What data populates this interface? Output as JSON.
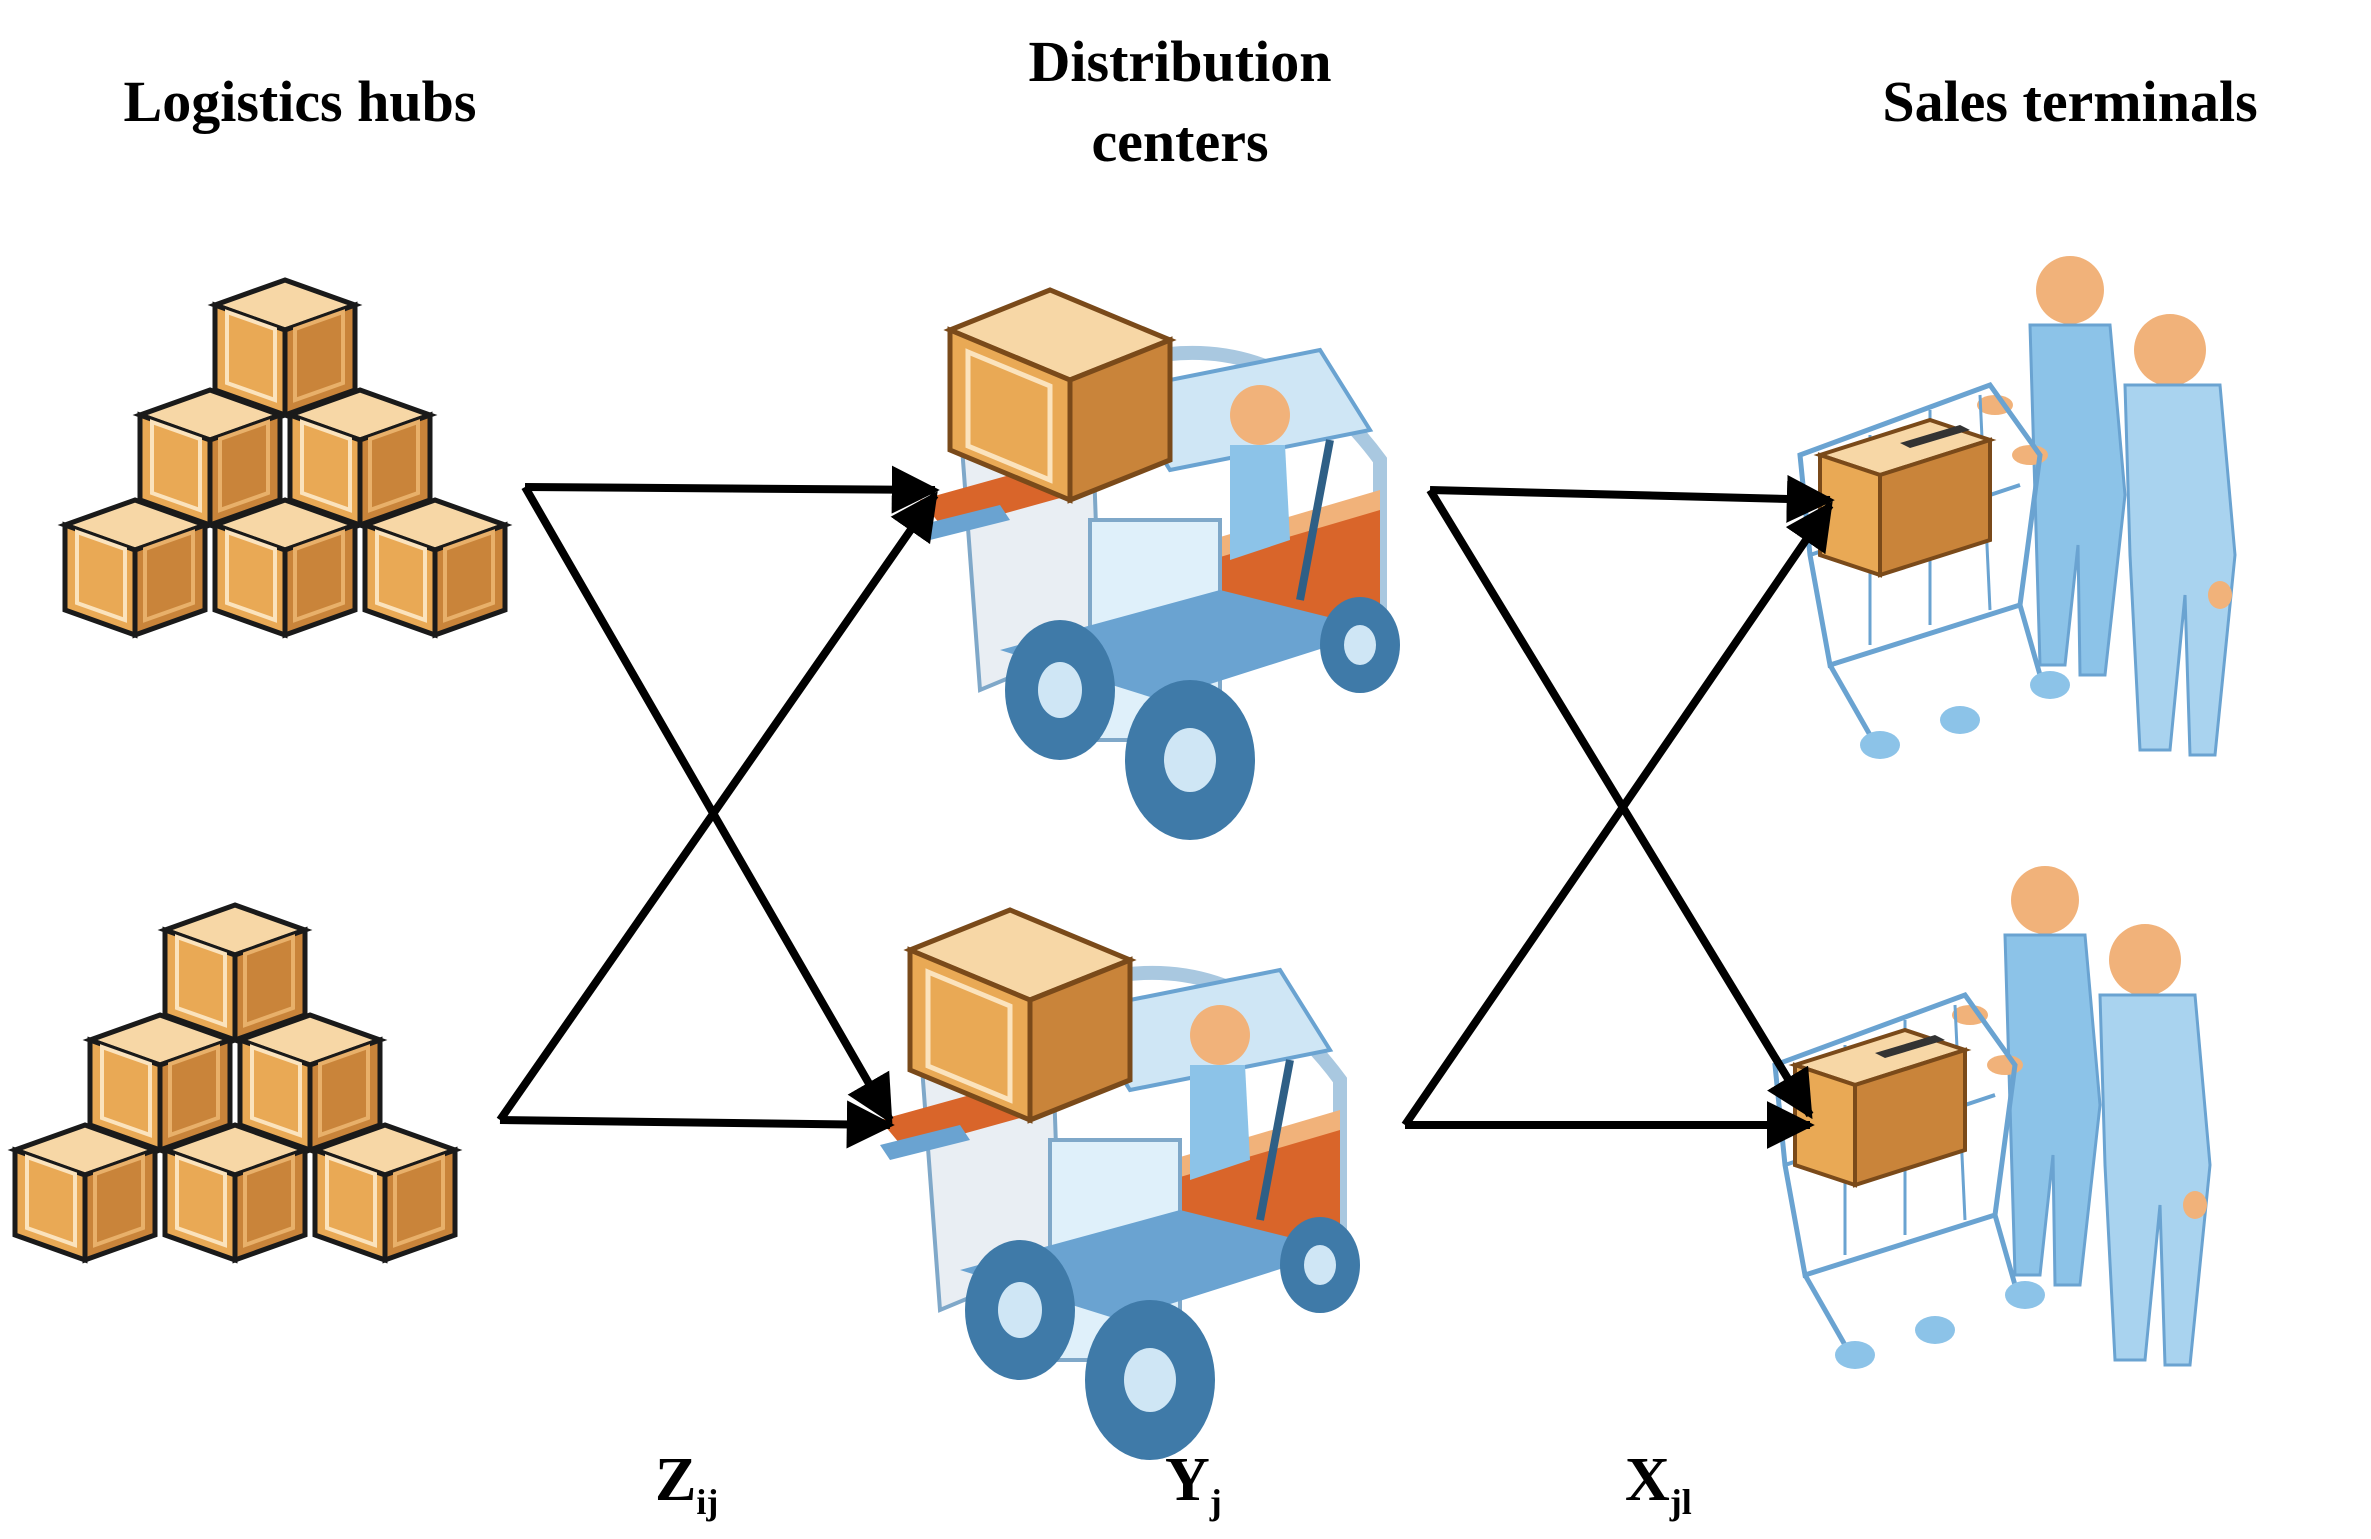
{
  "headers": {
    "hubs": "Logistics hubs",
    "dc_line1": "Distribution",
    "dc_line2": "centers",
    "sales": "Sales terminals"
  },
  "variables": {
    "z": {
      "base": "Z",
      "sub": "ij"
    },
    "y": {
      "base": "Y",
      "sub": "j"
    },
    "x": {
      "base": "X",
      "sub": "jl"
    }
  },
  "colors": {
    "box": "#e9a955",
    "box_dark": "#b8762e",
    "box_light": "#f7d7a6",
    "forklift_blue": "#6aa3d1",
    "forklift_light": "#cfe6f5",
    "forklift_orange": "#d9652a",
    "person_blue": "#8cc3e8",
    "head": "#f1b27a",
    "arrow": "#000000"
  },
  "icons": [
    "box-stack-icon",
    "forklift-icon",
    "shopper-cart-icon"
  ]
}
